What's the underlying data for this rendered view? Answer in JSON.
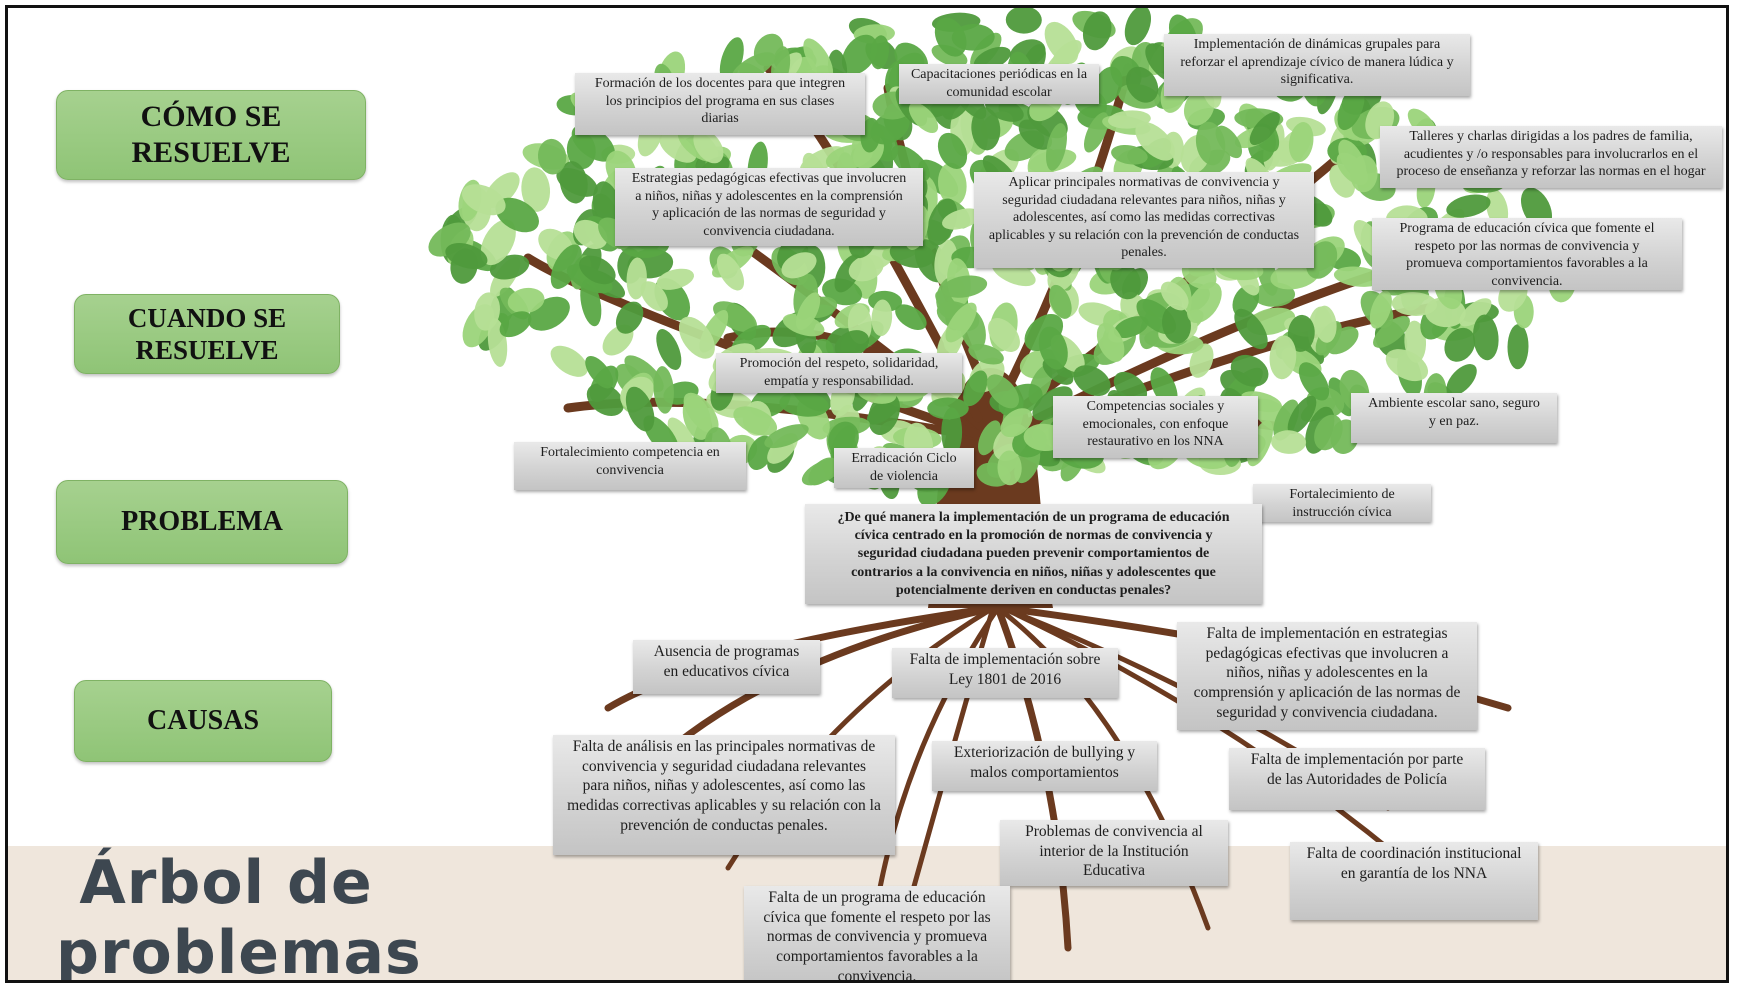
{
  "labels": {
    "como": "CÓMO SE\nRESUELVE",
    "cuando": "CUANDO SE\nRESUELVE",
    "problema": "PROBLEMA",
    "causas": "CAUSAS"
  },
  "title": "Árbol de\nproblemas",
  "solutions": {
    "formacion_docentes": "Formación de los docentes para que integren\nlos principios del programa en sus clases\ndiarias",
    "capacitaciones": "Capacitaciones periódicas en la\ncomunidad escolar",
    "dinamicas": "Implementación de dinámicas grupales para\nreforzar el aprendizaje cívico de manera lúdica y\nsignificativa.",
    "talleres": "Talleres y charlas dirigidas a los padres de familia,\nacudientes y /o responsables para involucrarlos en el\nproceso de enseñanza y reforzar las normas en el hogar",
    "estrategias": "Estrategias pedagógicas efectivas que involucren\na niños, niñas y adolescentes en la comprensión\ny aplicación de las normas de seguridad y\nconvivencia ciudadana.",
    "aplicar_normativas": "Aplicar principales normativas de convivencia y\nseguridad ciudadana relevantes para niños, niñas y\nadolescentes, así como las medidas correctivas\naplicables y su relación con la prevención de conductas\npenales.",
    "programa": "Programa de educación cívica que fomente el\nrespeto por las normas de convivencia y\npromueva comportamientos favorables a la\nconvivencia."
  },
  "results": {
    "promocion": "Promoción del respeto, solidaridad,\nempatía y responsabilidad.",
    "competencias_sociales": "Competencias sociales y\nemocionales, con enfoque\nrestaurativo en los NNA",
    "ambiente": "Ambiente escolar sano, seguro\ny en paz.",
    "fortalecimiento_convivencia": "Fortalecimiento competencia en\nconvivencia",
    "erradicacion": "Erradicación Ciclo\nde violencia",
    "fortalecimiento_civica": "Fortalecimiento de\ninstrucción cívica"
  },
  "problem": "¿De qué manera la implementación de un programa de educación\ncívica centrado en la promoción de normas de convivencia y\nseguridad ciudadana pueden prevenir comportamientos de\ncontrarios a la convivencia en niños, niñas y adolescentes que\npotencialmente deriven en conductas penales?",
  "causes": {
    "ausencia": "Ausencia de programas\nen educativos cívica",
    "ley": "Falta de implementación sobre\nLey 1801 de 2016",
    "falta_estrategias": "Falta de implementación en estrategias\npedagógicas efectivas que involucren a\nniños, niñas y adolescentes en la\ncomprensión y aplicación de las normas de\nseguridad y convivencia ciudadana.",
    "falta_analisis": "Falta de análisis en las principales normativas de\nconvivencia y seguridad ciudadana relevantes\npara niños, niñas y adolescentes, así como las\nmedidas correctivas aplicables y su relación con la\nprevención de conductas penales.",
    "bullying": "Exteriorización de bullying y\nmalos comportamientos",
    "policia": "Falta de implementación por parte\nde las Autoridades de Policía",
    "problemas_convivencia": "Problemas de convivencia al\ninterior de la Institución\nEducativa",
    "coordinacion": "Falta de coordinación institucional\nen garantía de los NNA",
    "falta_programa": "Falta de un programa de educación\ncívica que fomente el respeto por las\nnormas de convivencia y promueva\ncomportamientos favorables a la\nconvivencia."
  },
  "colors": {
    "label_green": "#9ccb85",
    "leaf_dark": "#4f9a3c",
    "leaf_light": "#9bd47a",
    "trunk": "#6b3a1f",
    "box_gray": "#d3d3d3",
    "ground": "#efe6dc",
    "title_text": "#3d4750"
  }
}
